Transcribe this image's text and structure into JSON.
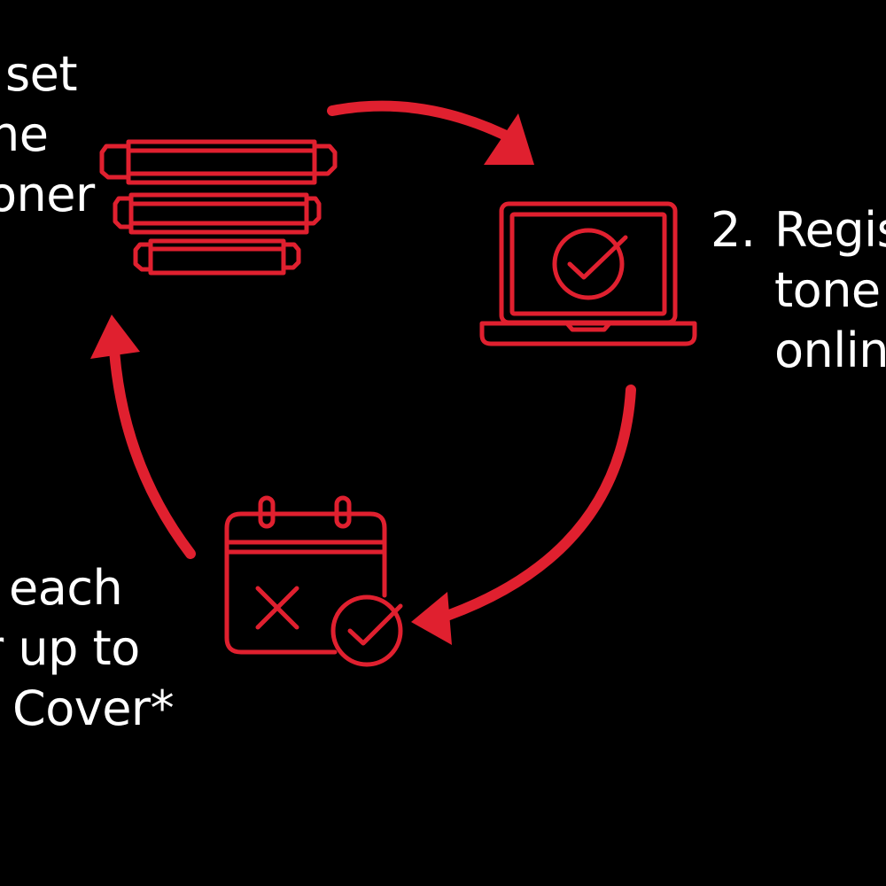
{
  "colors": {
    "background": "#000000",
    "accent": "#e0202f",
    "text": "#ffffff"
  },
  "steps": {
    "step1": {
      "lines": [
        "set",
        "ne",
        "oner"
      ]
    },
    "step2": {
      "number": "2.",
      "lines": [
        "Regis",
        "tone",
        "onlin"
      ]
    },
    "step3": {
      "lines": [
        "each",
        "r up to",
        "Cover*"
      ]
    }
  },
  "icons": {
    "cartridges": "toner-cartridges-icon",
    "laptop": "laptop-check-icon",
    "calendar": "calendar-x-check-icon"
  }
}
